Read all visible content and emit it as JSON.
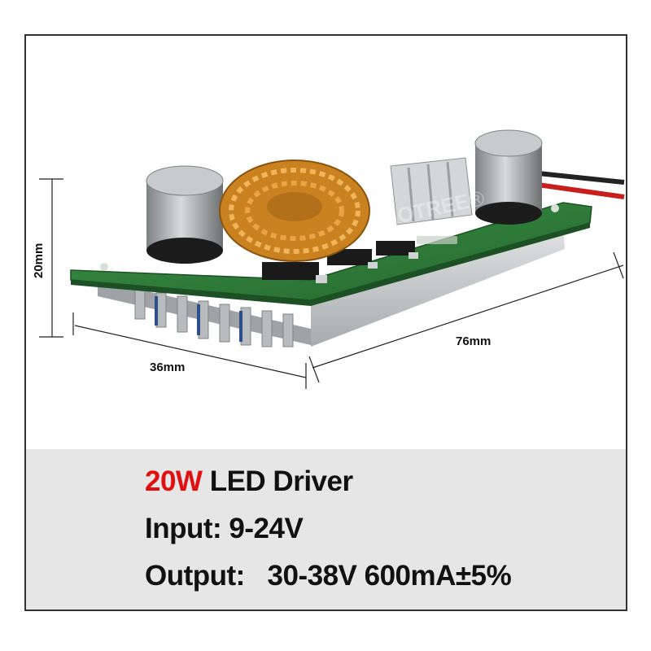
{
  "dimensions": {
    "height": "20mm",
    "width": "36mm",
    "length": "76mm"
  },
  "watermark": "HOTREE®",
  "info": {
    "power": "20W",
    "title": "LED Driver",
    "input_label": "Input:",
    "input_value": "9-24V",
    "output_label": "Output:",
    "output_value": "30-38V 600mA±5%"
  },
  "colors": {
    "power": "#e01010",
    "pcb": "#2f7d3a",
    "heatsink": "#c9ccce",
    "coil": "#d68a2a",
    "panel": "#e6e6e6"
  },
  "icons": [
    "capacitor-left",
    "capacitor-right",
    "toroid-inductor",
    "aluminium-heatsink",
    "power-leads"
  ]
}
